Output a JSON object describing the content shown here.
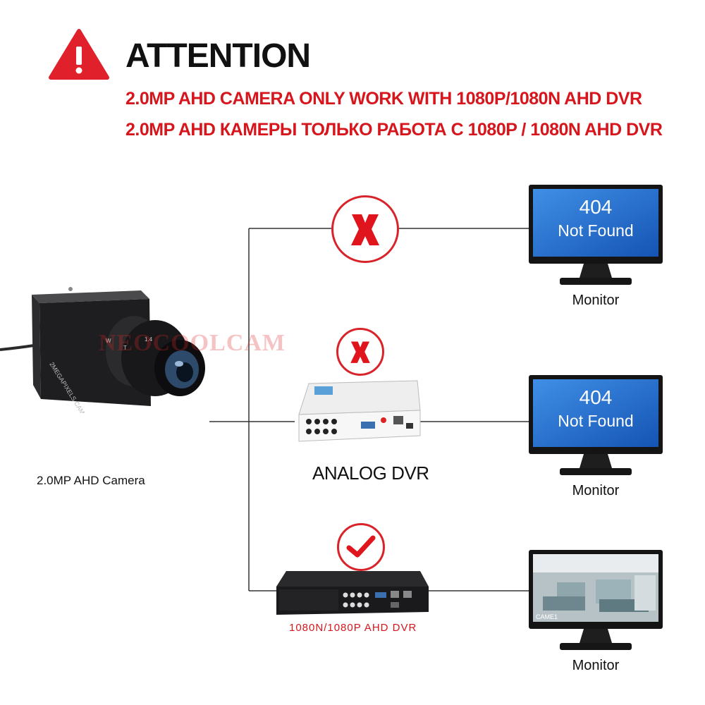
{
  "header": {
    "title": "ATTENTION",
    "notice_en": "2.0MP AHD CAMERA ONLY WORK WITH 1080P/1080N AHD DVR",
    "notice_ru": "2.0MP AHD КАМЕРЫ ТОЛЬКО РАБОТА С 1080P / 1080N AHD DVR"
  },
  "camera": {
    "label": "2.0MP AHD Camera",
    "watermark": "NEOCOOLCAM"
  },
  "branches": [
    {
      "device": "",
      "status": "not-compatible",
      "status_icon": "x-icon",
      "monitor": {
        "label": "Monitor",
        "screen_code": "404",
        "screen_msg": "Not Found"
      }
    },
    {
      "device": "ANALOG DVR",
      "status": "not-compatible",
      "status_icon": "x-icon",
      "monitor": {
        "label": "Monitor",
        "screen_code": "404",
        "screen_msg": "Not Found"
      }
    },
    {
      "device": "1080N/1080P AHD DVR",
      "status": "compatible",
      "status_icon": "check-icon",
      "monitor": {
        "label": "Monitor",
        "screen_caption": "CAME1"
      }
    }
  ],
  "colors": {
    "alert_red": "#d6161c",
    "screen_blue": "#1f6fd1",
    "wire": "#333333"
  }
}
